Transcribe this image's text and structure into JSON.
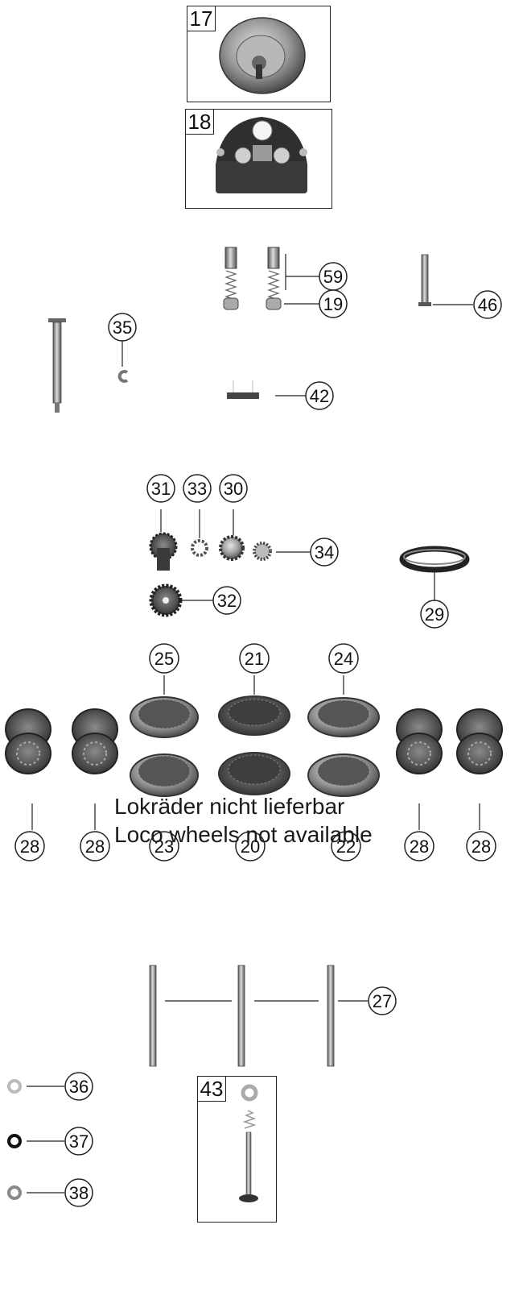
{
  "frames": {
    "f17": "17",
    "f18": "18",
    "f43": "43"
  },
  "callouts": {
    "c59": "59",
    "c19": "19",
    "c46": "46",
    "c35": "35",
    "c42": "42",
    "c31": "31",
    "c33": "33",
    "c30": "30",
    "c34": "34",
    "c32": "32",
    "c29": "29",
    "c25": "25",
    "c21": "21",
    "c24": "24",
    "c28a": "28",
    "c28b": "28",
    "c23": "23",
    "c20": "20",
    "c22": "22",
    "c28c": "28",
    "c28d": "28",
    "c27": "27",
    "c36": "36",
    "c37": "37",
    "c38": "38"
  },
  "notice": {
    "line1": "Lokräder nicht lieferbar",
    "line2": "Loco wheels not  available"
  }
}
